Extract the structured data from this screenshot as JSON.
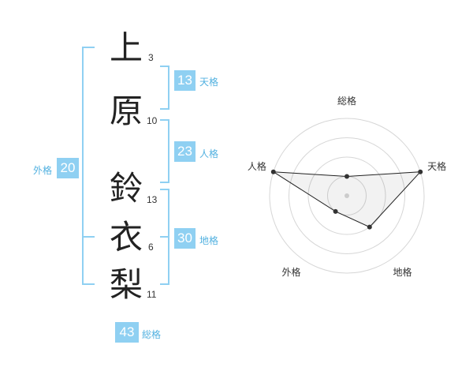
{
  "name": [
    {
      "char": "上",
      "strokes": "3"
    },
    {
      "char": "原",
      "strokes": "10"
    },
    {
      "char": "鈴",
      "strokes": "13"
    },
    {
      "char": "衣",
      "strokes": "6"
    },
    {
      "char": "梨",
      "strokes": "11"
    }
  ],
  "scores": {
    "tenkaku": {
      "value": "13",
      "label": "天格"
    },
    "jinkaku": {
      "value": "23",
      "label": "人格"
    },
    "chikaku": {
      "value": "30",
      "label": "地格"
    },
    "gaikaku": {
      "value": "20",
      "label": "外格"
    },
    "soukaku": {
      "value": "43",
      "label": "総格"
    }
  },
  "colors": {
    "accent": "#8fd0f2",
    "label": "#52b1e0"
  },
  "chart_data": {
    "type": "radar",
    "axes": [
      "総格",
      "天格",
      "地格",
      "外格",
      "人格"
    ],
    "values": [
      0.25,
      1.0,
      0.5,
      0.25,
      1.0
    ],
    "range": [
      0,
      1
    ],
    "rings": 4
  }
}
